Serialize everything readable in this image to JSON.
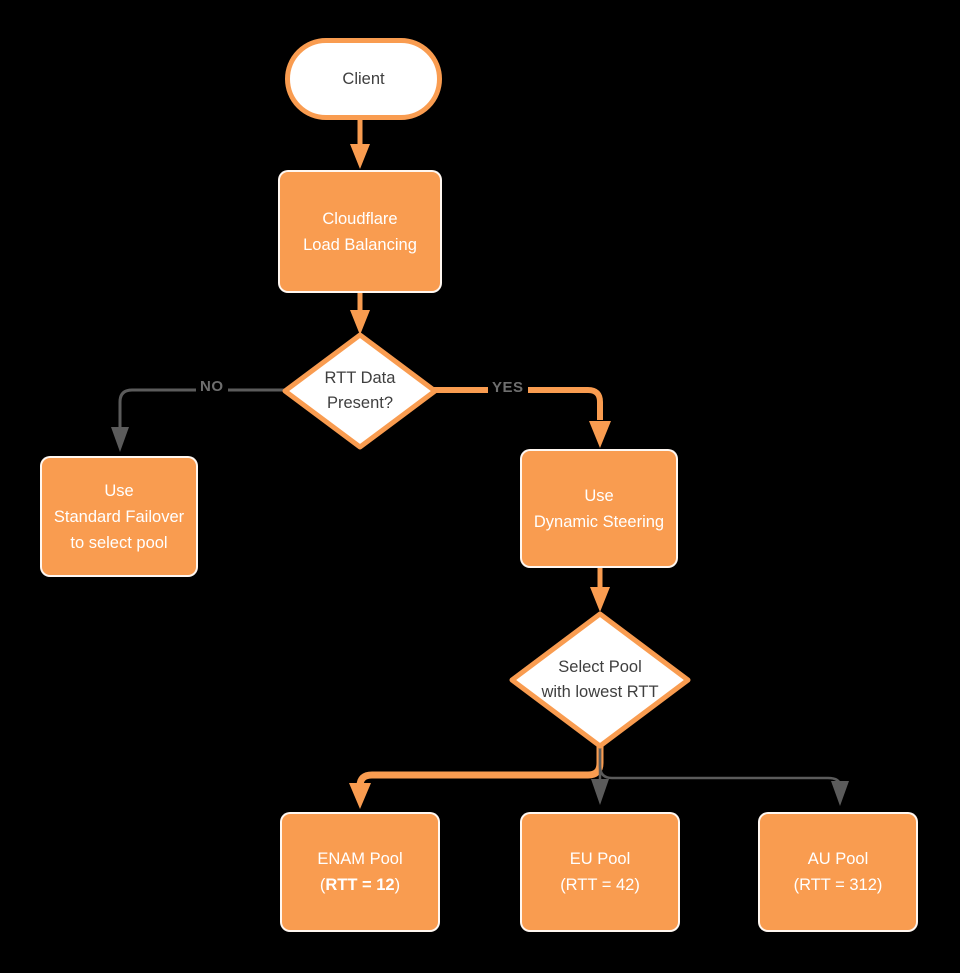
{
  "diagram": {
    "title": "Cloudflare Load Balancing RTT steering flowchart",
    "colors": {
      "orange": "#F99C50",
      "gray_line": "#5B5B5B",
      "label_gray": "#6E6E6E",
      "text_dark": "#3F3F3F",
      "text_white": "#FFFFFF",
      "background": "#000000"
    },
    "nodes": {
      "client": {
        "label": "Client"
      },
      "load_balancer": {
        "line1": "Cloudflare",
        "line2": "Load Balancing"
      },
      "rtt_decision": {
        "line1": "RTT Data",
        "line2": "Present?"
      },
      "standard_failover": {
        "line1": "Use",
        "line2": "Standard Failover",
        "line3": "to select pool"
      },
      "dynamic_steering": {
        "line1": "Use",
        "line2": "Dynamic Steering"
      },
      "select_pool": {
        "line1": "Select Pool",
        "line2": "with lowest RTT"
      },
      "enam_pool": {
        "line1": "ENAM Pool",
        "paren_open": "(",
        "rtt_bold": "RTT = 12",
        "paren_close": ")"
      },
      "eu_pool": {
        "line1": "EU Pool",
        "line2": "(RTT = 42)"
      },
      "au_pool": {
        "line1": "AU Pool",
        "line2": "(RTT = 312)"
      }
    },
    "edge_labels": {
      "no": "NO",
      "yes": "YES"
    }
  }
}
